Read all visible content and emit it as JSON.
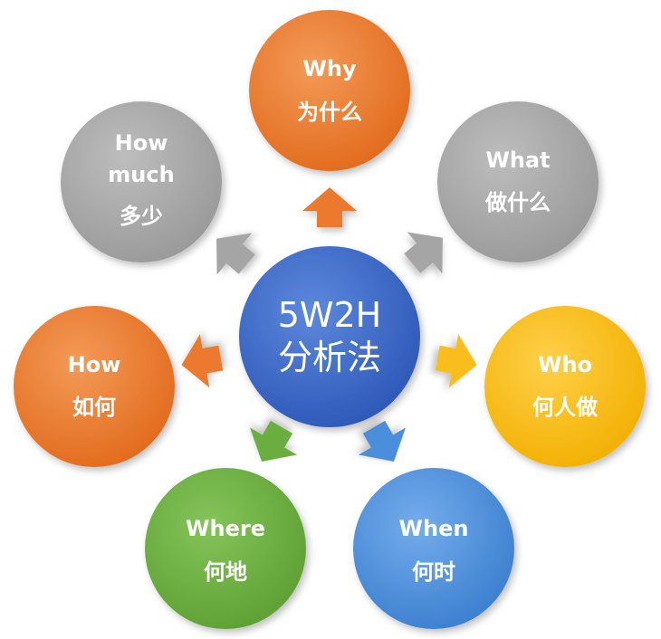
{
  "center": {
    "line1": "5W2H",
    "line2": "分析法",
    "color": "#3a67c5"
  },
  "nodes": {
    "why": {
      "line1": "Why",
      "line2": "为什么",
      "color": "#ec7a2f"
    },
    "what": {
      "line1": "What",
      "line2": "做什么",
      "color": "#a5a5a5"
    },
    "who": {
      "line1": "Who",
      "line2": "何人做",
      "color": "#f9bd1b"
    },
    "when": {
      "line1": "When",
      "line2": "何时",
      "color": "#4b8edb"
    },
    "where": {
      "line1": "Where",
      "line2": "何地",
      "color": "#6bae3f"
    },
    "how": {
      "line1": "How",
      "line2": "如何",
      "color": "#ec7a2f"
    },
    "howmuch": {
      "line1": "How",
      "line2": "much",
      "line3": "多少",
      "color": "#a5a5a5"
    }
  }
}
